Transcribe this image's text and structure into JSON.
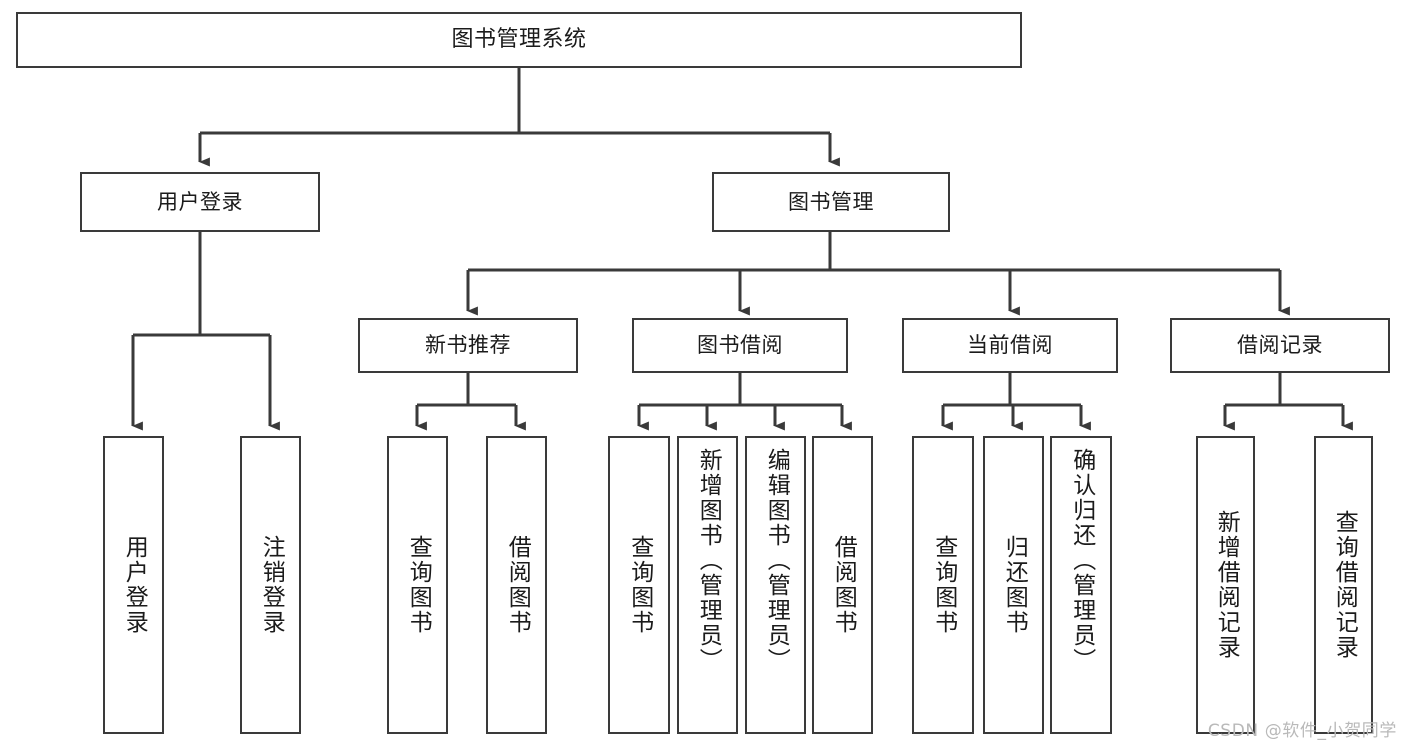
{
  "diagram": {
    "title": "图书管理系统",
    "type": "tree-hierarchy",
    "watermark": "CSDN @软件_小贺同学",
    "colors": {
      "background": "#ffffff",
      "stroke": "#3a3a3a",
      "node_fill": "#ffffff",
      "text": "#1b1b1b",
      "watermark": "#b9b9b9"
    },
    "levels": {
      "level1": [
        {
          "id": "root",
          "label": "图书管理系统"
        }
      ],
      "level2": [
        {
          "id": "user-login",
          "label": "用户登录"
        },
        {
          "id": "book-manage",
          "label": "图书管理"
        }
      ],
      "level3": [
        {
          "id": "new-book-rec",
          "label": "新书推荐"
        },
        {
          "id": "book-borrow",
          "label": "图书借阅"
        },
        {
          "id": "current-borrow",
          "label": "当前借阅"
        },
        {
          "id": "borrow-record",
          "label": "借阅记录"
        }
      ],
      "leaves": [
        {
          "id": "leaf-user-login",
          "label": "用户登录",
          "parent": "user-login"
        },
        {
          "id": "leaf-logout",
          "label": "注销登录",
          "parent": "user-login"
        },
        {
          "id": "leaf-query-book-1",
          "label": "查询图书",
          "parent": "new-book-rec"
        },
        {
          "id": "leaf-borrow-book-1",
          "label": "借阅图书",
          "parent": "new-book-rec"
        },
        {
          "id": "leaf-query-book-2",
          "label": "查询图书",
          "parent": "book-borrow"
        },
        {
          "id": "leaf-add-book",
          "label": "新增图书（管理员）",
          "parent": "book-borrow"
        },
        {
          "id": "leaf-edit-book",
          "label": "编辑图书（管理员）",
          "parent": "book-borrow"
        },
        {
          "id": "leaf-borrow-book-2",
          "label": "借阅图书",
          "parent": "book-borrow"
        },
        {
          "id": "leaf-query-book-3",
          "label": "查询图书",
          "parent": "current-borrow"
        },
        {
          "id": "leaf-return-book",
          "label": "归还图书",
          "parent": "current-borrow"
        },
        {
          "id": "leaf-confirm-return",
          "label": "确认归还（管理员）",
          "parent": "current-borrow"
        },
        {
          "id": "leaf-add-record",
          "label": "新增借阅记录",
          "parent": "borrow-record"
        },
        {
          "id": "leaf-query-record",
          "label": "查询借阅记录",
          "parent": "borrow-record"
        }
      ]
    }
  }
}
